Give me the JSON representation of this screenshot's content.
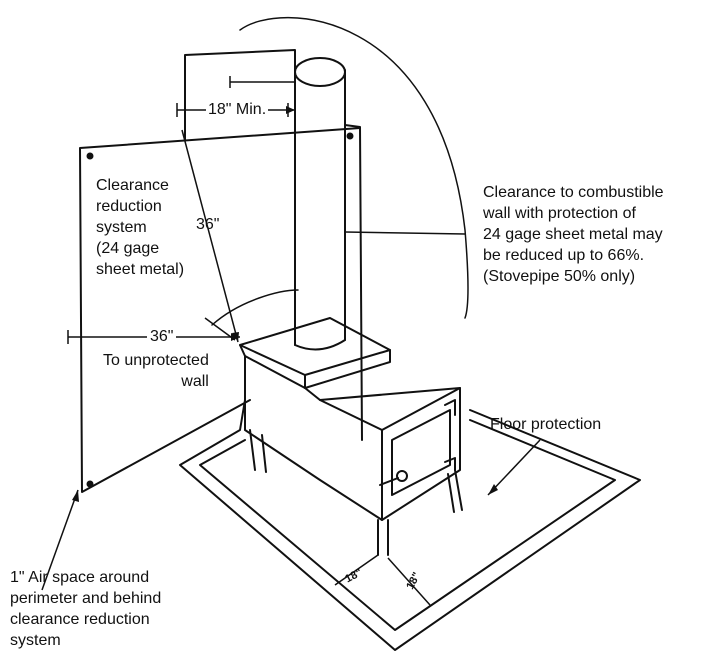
{
  "labels": {
    "min18": "18\" Min.",
    "system": [
      "Clearance",
      "reduction",
      "system",
      "(24 gage",
      "sheet metal)"
    ],
    "dim36_diag": "36\"",
    "dim36_horiz": "36\"",
    "unprotected": [
      "To unprotected",
      "wall"
    ],
    "combustible": [
      "Clearance to combustible",
      "wall with protection of",
      "24 gage sheet metal may",
      "be reduced up to 66%.",
      "(Stovepipe 50% only)"
    ],
    "floor": "Floor protection",
    "airspace": [
      "1\" Air space around",
      "perimeter and behind",
      "clearance reduction",
      "system"
    ],
    "floor18_left": "18\"",
    "floor18_right": "18\""
  }
}
